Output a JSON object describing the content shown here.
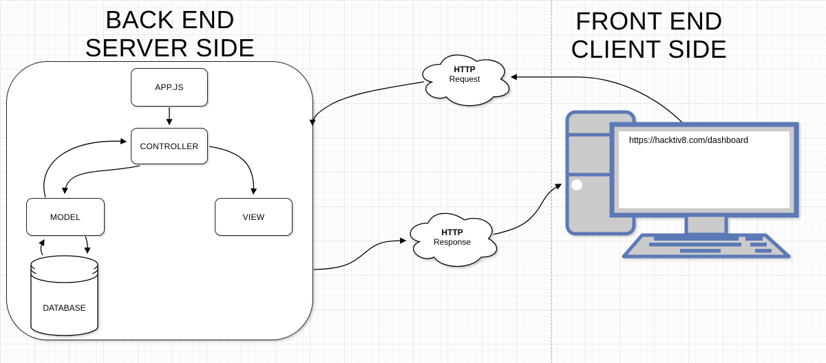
{
  "titles": {
    "backend": [
      "BACK END",
      "SERVER SIDE"
    ],
    "frontend": [
      "FRONT END",
      "CLIENT SIDE"
    ]
  },
  "backend_nodes": {
    "appjs": "APP.JS",
    "controller": "CONTROLLER",
    "model": "MODEL",
    "view": "VIEW",
    "database": "DATABASE"
  },
  "clouds": {
    "request": {
      "title": "HTTP",
      "subtitle": "Request"
    },
    "response": {
      "title": "HTTP",
      "subtitle": "Response"
    }
  },
  "frontend": {
    "browser_url": "https://hacktiv8.com/dashboard"
  },
  "colors": {
    "device_blue": "#5b79b5",
    "device_gray": "#cbcbcb",
    "line_black": "#000000",
    "grid_minor": "#f4f4f4",
    "grid_major": "#e9e9e9",
    "divider_gray": "#b5b5b5"
  }
}
